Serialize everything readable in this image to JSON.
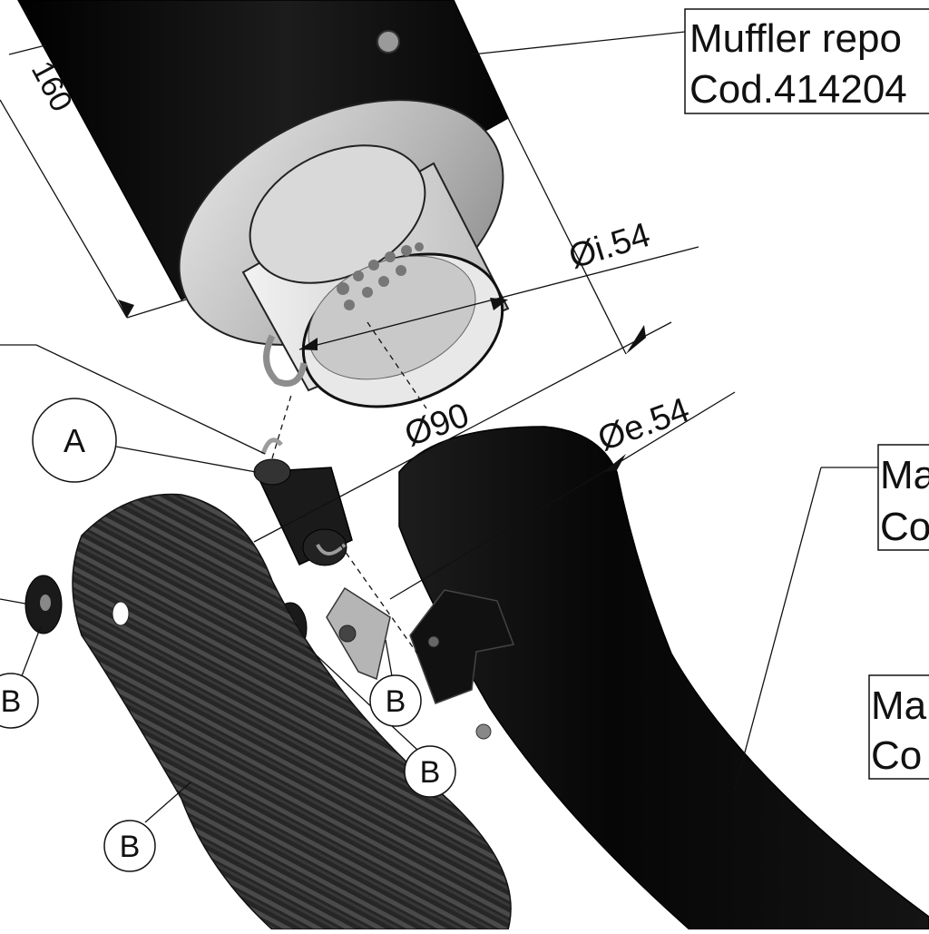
{
  "callouts": {
    "muffler_line1": "Muffler repo",
    "muffler_line2": "Cod.414204",
    "right_box1_line1": "Ma",
    "right_box1_line2": "Co",
    "right_box2_line1": "Ma",
    "right_box2_line2": "Co"
  },
  "dimensions": {
    "length": "160",
    "inner_diameter": "Øi.54",
    "outer_flange": "Ø90",
    "outer_diameter": "Øe.54"
  },
  "balloons": {
    "a": "A",
    "b_left": "B",
    "b_bracket": "B",
    "b_washer": "B",
    "b_heatshield": "B"
  },
  "colors": {
    "line": "#111111",
    "body_black": "#0b0b0b",
    "endcap": "#b8b8b8",
    "inner_tube": "#d6d6d6",
    "carbon": "#2e2e2e"
  }
}
